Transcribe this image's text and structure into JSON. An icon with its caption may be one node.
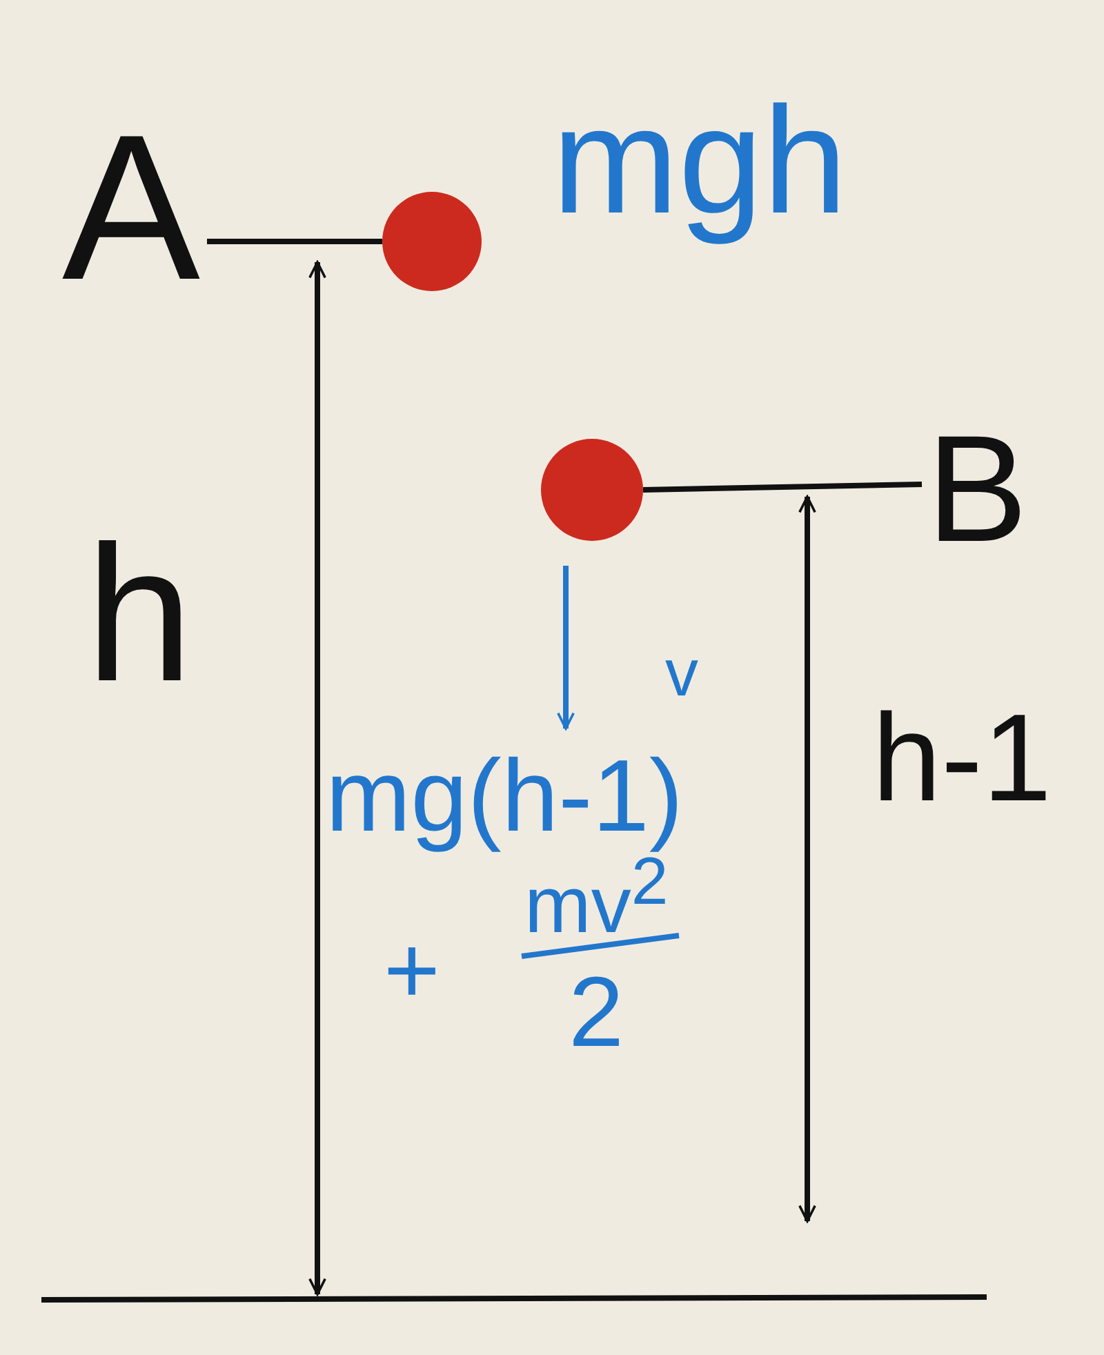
{
  "diagram": {
    "nodes": [
      {
        "text": [
          "A"
        ]
      },
      {
        "text": [],
        "shape": "circle"
      },
      {
        "text": [],
        "shape": "circle"
      },
      {
        "text": [
          "B"
        ]
      }
    ],
    "edges": [
      {
        "from": 0,
        "to": 1,
        "arrow": "none"
      },
      {
        "from": 2,
        "to": 3,
        "arrow": "none"
      }
    ],
    "labels": [
      "mgh",
      "h",
      "v",
      "h-1",
      "mg(h-1)",
      "mv$^{2}$",
      "+",
      "2"
    ]
  }
}
